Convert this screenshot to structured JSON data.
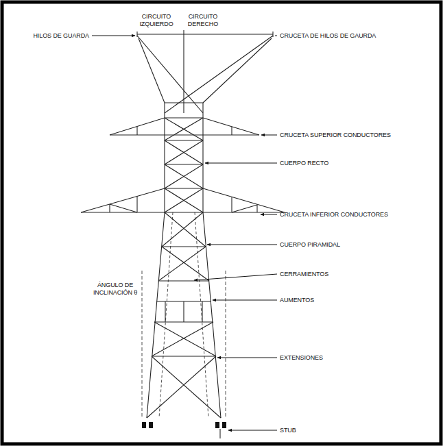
{
  "diagram": {
    "labels": [
      "CIRCUITO IZQUIERDO",
      "CIRCUITO DERECHO",
      "HILOS DE GUARDA",
      "CRUCETA DE HILOS DE GAURDA",
      "CRUCETA SUPERIOR CONDUCTORES",
      "CUERPO RECTO",
      "CRUCETA INFERIOR CONDUCTORES",
      "CUERPO PIRAMIDAL",
      "ÁNGULO DE INCLINACIÓN θ",
      "CERRAMIENTOS",
      "AUMENTOS",
      "EXTENSIONES",
      "STUB"
    ]
  }
}
